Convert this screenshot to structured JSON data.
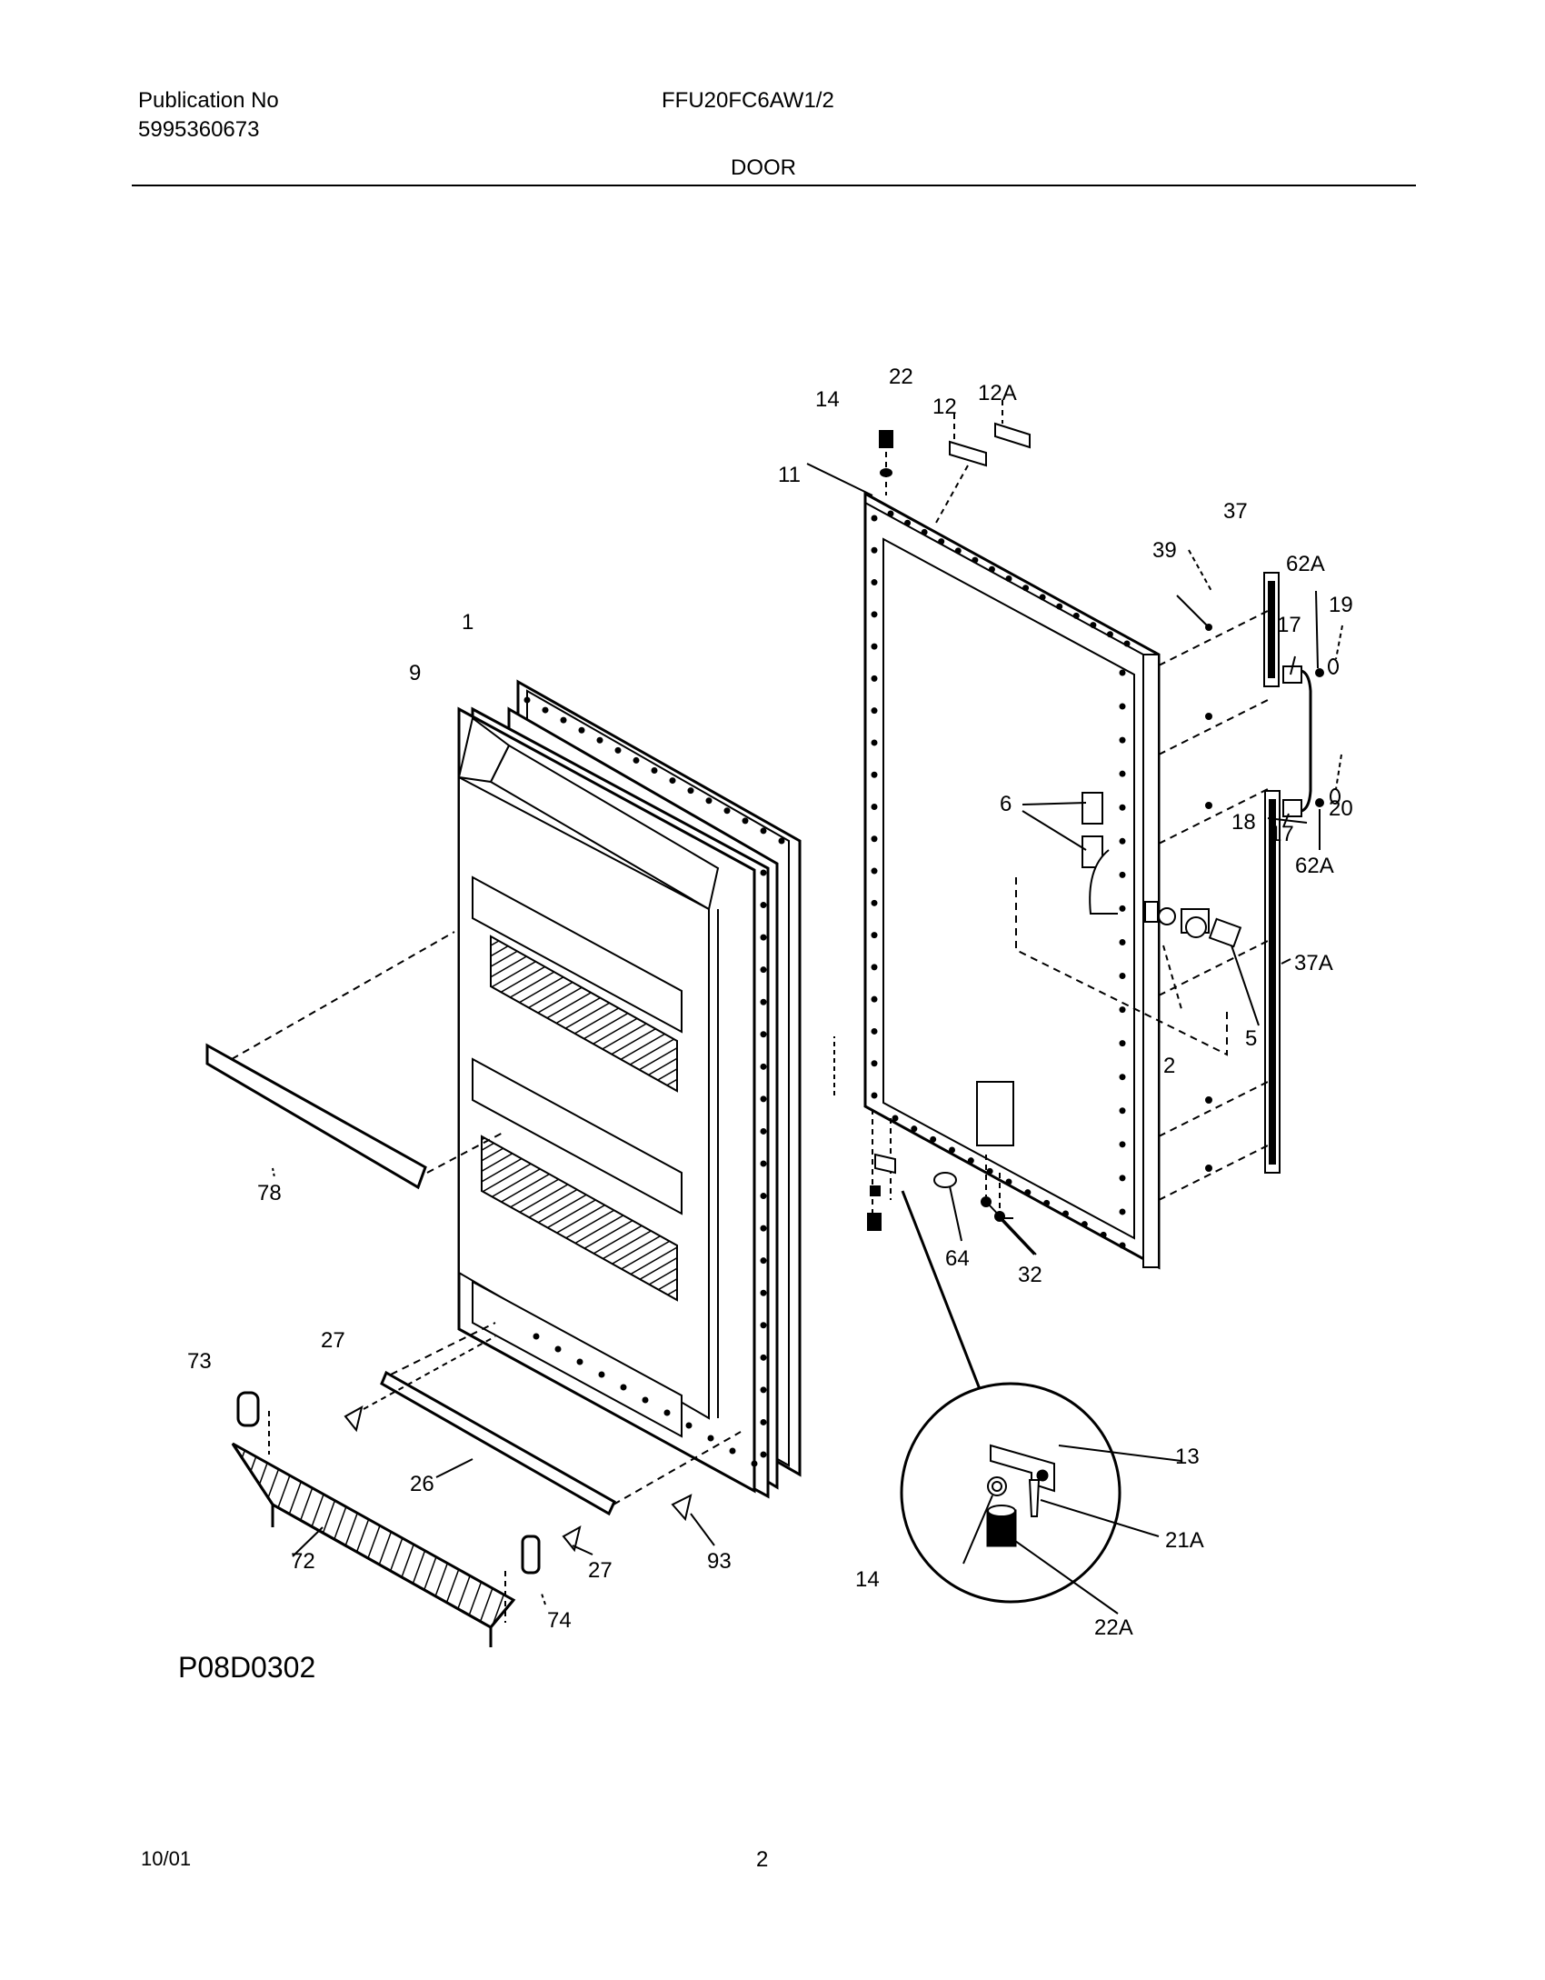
{
  "header": {
    "publication_label": "Publication No",
    "publication_number": "5995360673",
    "model": "FFU20FC6AW1/2",
    "section_title": "DOOR"
  },
  "diagram": {
    "part_labels": [
      "1",
      "9",
      "11",
      "12",
      "12A",
      "14",
      "22",
      "37",
      "39",
      "62A",
      "19",
      "17",
      "18",
      "20",
      "62A",
      "6",
      "17",
      "37A",
      "5",
      "2",
      "64",
      "32",
      "13",
      "14",
      "21A",
      "22A",
      "78",
      "73",
      "27",
      "26",
      "72",
      "27",
      "93",
      "74"
    ]
  },
  "footer": {
    "figure_code": "P08D0302",
    "date": "10/01",
    "page_number": "2"
  }
}
